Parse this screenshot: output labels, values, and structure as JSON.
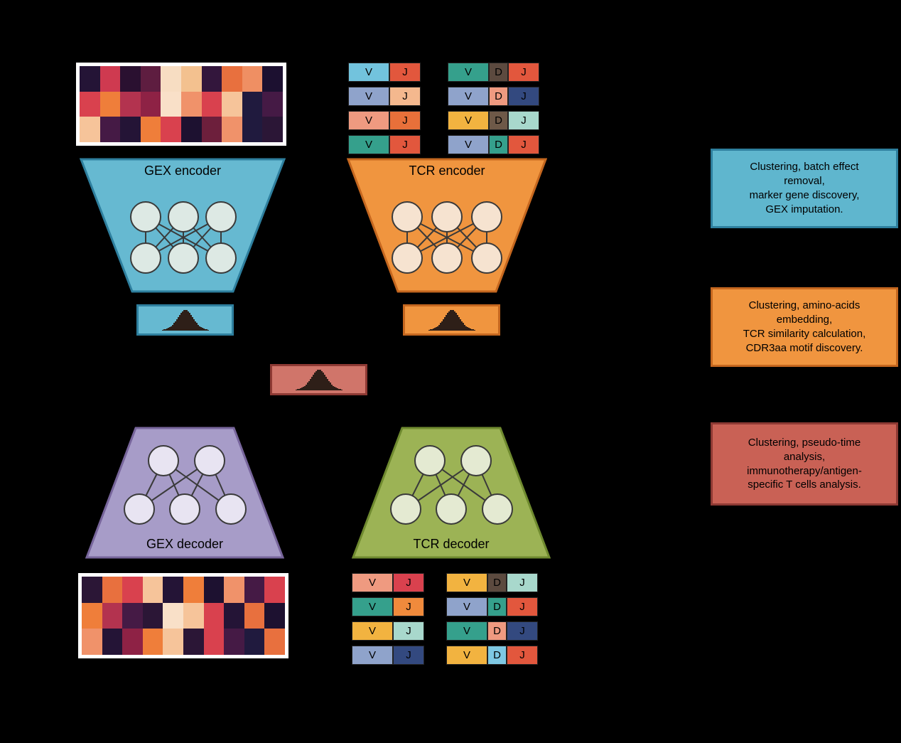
{
  "background": "#000000",
  "modules": {
    "gex_encoder": {
      "label": "GEX encoder",
      "fill": "#66b9d1",
      "stroke": "#2e7f9e",
      "node_fill": "#dde9e4"
    },
    "tcr_encoder": {
      "label": "TCR encoder",
      "fill": "#f0953f",
      "stroke": "#c5671f",
      "node_fill": "#f6e3d0"
    },
    "gex_decoder": {
      "label": "GEX decoder",
      "fill": "#a79cc8",
      "stroke": "#77659b",
      "node_fill": "#e8e4f2"
    },
    "tcr_decoder": {
      "label": "TCR decoder",
      "fill": "#9cb355",
      "stroke": "#6f8a2f",
      "node_fill": "#e4ead2"
    }
  },
  "latent": {
    "gex": {
      "fill": "#66b9d1",
      "stroke": "#2e7f9e"
    },
    "tcr": {
      "fill": "#f0953f",
      "stroke": "#c5671f"
    },
    "joint": {
      "fill": "#d0756a",
      "stroke": "#8e3a34"
    }
  },
  "annotations": [
    {
      "text": "Clustering, batch effect\nremoval,\nmarker gene discovery,\nGEX imputation.",
      "fill": "#5fb6ce",
      "stroke": "#2e7f9e"
    },
    {
      "text": "Clustering, amino-acids\nembedding,\nTCR similarity calculation,\nCDR3aa motif discovery.",
      "fill": "#f0953f",
      "stroke": "#c5671f"
    },
    {
      "text": "Clustering, pseudo-time\nanalysis,\nimmunotherapy/antigen-\nspecific T cells analysis.",
      "fill": "#c96155",
      "stroke": "#8e3a34"
    }
  ],
  "heatmaps": {
    "input_rows": [
      [
        "#241436",
        "#cf3a50",
        "#2a1030",
        "#5e1d40",
        "#f7ddc2",
        "#f3c18f",
        "#33163c",
        "#e8703e",
        "#ef8f63",
        "#1c1030"
      ],
      [
        "#d9414e",
        "#ef7e3a",
        "#b3334f",
        "#8e2245",
        "#f9e0c8",
        "#f0926a",
        "#d9414e",
        "#f6c49a",
        "#201a3e",
        "#451a45"
      ],
      [
        "#f6c49a",
        "#451a45",
        "#241436",
        "#ef7e3a",
        "#d9414e",
        "#1d1130",
        "#6d1f3c",
        "#f0926a",
        "#201a3e",
        "#2b1636"
      ]
    ],
    "output_rows": [
      [
        "#2b1636",
        "#e8703e",
        "#d9414e",
        "#f6c49a",
        "#241436",
        "#ef7e3a",
        "#1d1130",
        "#f0926a",
        "#451a45",
        "#d9414e"
      ],
      [
        "#ef7e3a",
        "#b3334f",
        "#451a45",
        "#2b1636",
        "#f9e0c8",
        "#f6c49a",
        "#d9414e",
        "#241436",
        "#e8703e",
        "#1d1130"
      ],
      [
        "#f0926a",
        "#241436",
        "#8e2245",
        "#ef7e3a",
        "#f6c49a",
        "#2b1636",
        "#d9414e",
        "#451a45",
        "#201a3e",
        "#e8703e"
      ]
    ]
  },
  "vdj": {
    "input_left": [
      [
        {
          "label": "V",
          "color": "#72c3dd"
        },
        {
          "label": "J",
          "color": "#e2573d"
        }
      ],
      [
        {
          "label": "V",
          "color": "#8fa3cb"
        },
        {
          "label": "J",
          "color": "#f4b88e"
        }
      ],
      [
        {
          "label": "V",
          "color": "#ef9a80"
        },
        {
          "label": "J",
          "color": "#e8703a"
        }
      ],
      [
        {
          "label": "V",
          "color": "#35a08c"
        },
        {
          "label": "J",
          "color": "#e2573d"
        }
      ]
    ],
    "input_right": [
      [
        {
          "label": "V",
          "color": "#35a08c"
        },
        {
          "label": "D",
          "color": "#5c4a3f"
        },
        {
          "label": "J",
          "color": "#e2573d"
        }
      ],
      [
        {
          "label": "V",
          "color": "#8fa3cb"
        },
        {
          "label": "D",
          "color": "#ef9a80"
        },
        {
          "label": "J",
          "color": "#33497f"
        }
      ],
      [
        {
          "label": "V",
          "color": "#f2b340"
        },
        {
          "label": "D",
          "color": "#6e5948"
        },
        {
          "label": "J",
          "color": "#a8d8cc"
        }
      ],
      [
        {
          "label": "V",
          "color": "#8fa3cb"
        },
        {
          "label": "D",
          "color": "#35a08c"
        },
        {
          "label": "J",
          "color": "#e2573d"
        }
      ]
    ],
    "output_left": [
      [
        {
          "label": "V",
          "color": "#ef9a80"
        },
        {
          "label": "J",
          "color": "#d9414e"
        }
      ],
      [
        {
          "label": "V",
          "color": "#35a08c"
        },
        {
          "label": "J",
          "color": "#f08a3c"
        }
      ],
      [
        {
          "label": "V",
          "color": "#f2b340"
        },
        {
          "label": "J",
          "color": "#a8d8cc"
        }
      ],
      [
        {
          "label": "V",
          "color": "#8fa3cb"
        },
        {
          "label": "J",
          "color": "#33497f"
        }
      ]
    ],
    "output_right": [
      [
        {
          "label": "V",
          "color": "#f2b340"
        },
        {
          "label": "D",
          "color": "#5c4a3f"
        },
        {
          "label": "J",
          "color": "#a8d8cc"
        }
      ],
      [
        {
          "label": "V",
          "color": "#8fa3cb"
        },
        {
          "label": "D",
          "color": "#35a08c"
        },
        {
          "label": "J",
          "color": "#e2573d"
        }
      ],
      [
        {
          "label": "V",
          "color": "#35a08c"
        },
        {
          "label": "D",
          "color": "#ef9a80"
        },
        {
          "label": "J",
          "color": "#33497f"
        }
      ],
      [
        {
          "label": "V",
          "color": "#f2b340"
        },
        {
          "label": "D",
          "color": "#7ec8e3"
        },
        {
          "label": "J",
          "color": "#e2573d"
        }
      ]
    ]
  }
}
